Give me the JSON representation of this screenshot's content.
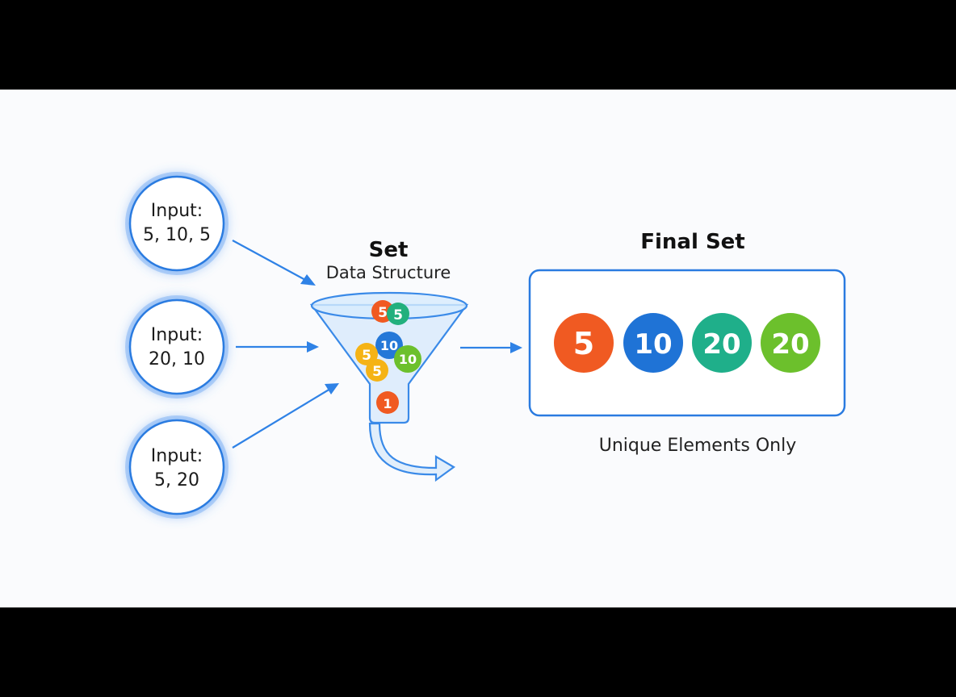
{
  "inputs": [
    {
      "line1": "Input:",
      "line2": "5, 10, 5"
    },
    {
      "line1": "Input:",
      "line2": "20, 10"
    },
    {
      "line1": "Input:",
      "line2": "5, 20"
    }
  ],
  "set_node": {
    "title": "Set",
    "subtitle": "Data Structure"
  },
  "funnel_balls": [
    {
      "label": "5",
      "color": "#f05a22"
    },
    {
      "label": "5",
      "color": "#22b07d"
    },
    {
      "label": "10",
      "color": "#2478d8"
    },
    {
      "label": "5",
      "color": "#f5b315"
    },
    {
      "label": "5",
      "color": "#f5b315"
    },
    {
      "label": "10",
      "color": "#6cc02c"
    },
    {
      "label": "1",
      "color": "#f05a22"
    }
  ],
  "final_set": {
    "title": "Final Set",
    "elements": [
      {
        "label": "5",
        "color": "#f05a22"
      },
      {
        "label": "10",
        "color": "#1f73d6"
      },
      {
        "label": "20",
        "color": "#1faf8a"
      },
      {
        "label": "20",
        "color": "#6cc02c"
      }
    ],
    "caption": "Unique Elements Only"
  },
  "colors": {
    "accent": "#2a7be0",
    "background": "#fafbfd",
    "letterbox": "#000000"
  }
}
